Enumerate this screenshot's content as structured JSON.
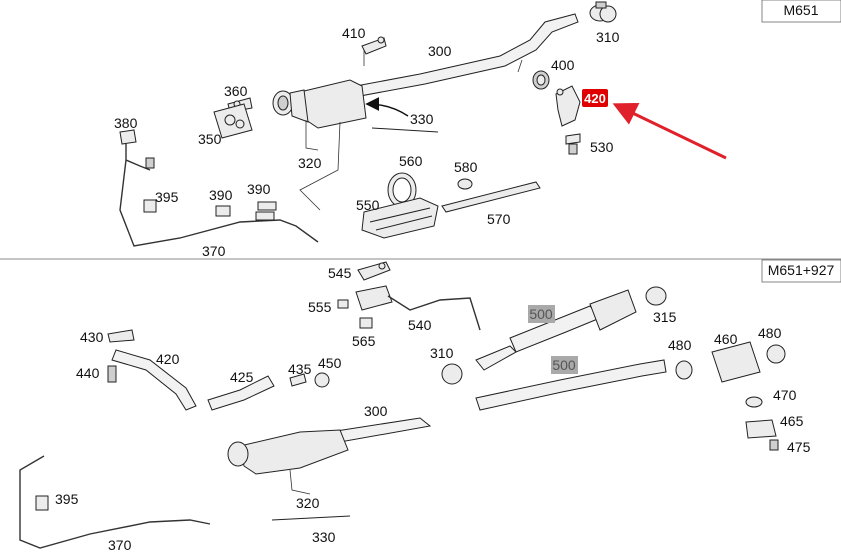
{
  "sections": [
    {
      "tag": "M651",
      "labels": [
        "410",
        "300",
        "310",
        "400",
        "360",
        "350",
        "330",
        "320",
        "380",
        "560",
        "580",
        "395",
        "390",
        "390",
        "370",
        "550",
        "570",
        "530"
      ],
      "highlight": "420"
    },
    {
      "tag": "M651+927",
      "labels": [
        "545",
        "555",
        "565",
        "540",
        "315",
        "430",
        "420",
        "440",
        "425",
        "435",
        "450",
        "310",
        "480",
        "460",
        "480",
        "470",
        "465",
        "475",
        "300",
        "395",
        "320",
        "370",
        "330"
      ],
      "gray_labels": [
        "500",
        "500"
      ]
    }
  ],
  "colors": {
    "highlight": "#e00000",
    "arrow": "#e0202a",
    "gray_label": "#a9a9a9"
  }
}
